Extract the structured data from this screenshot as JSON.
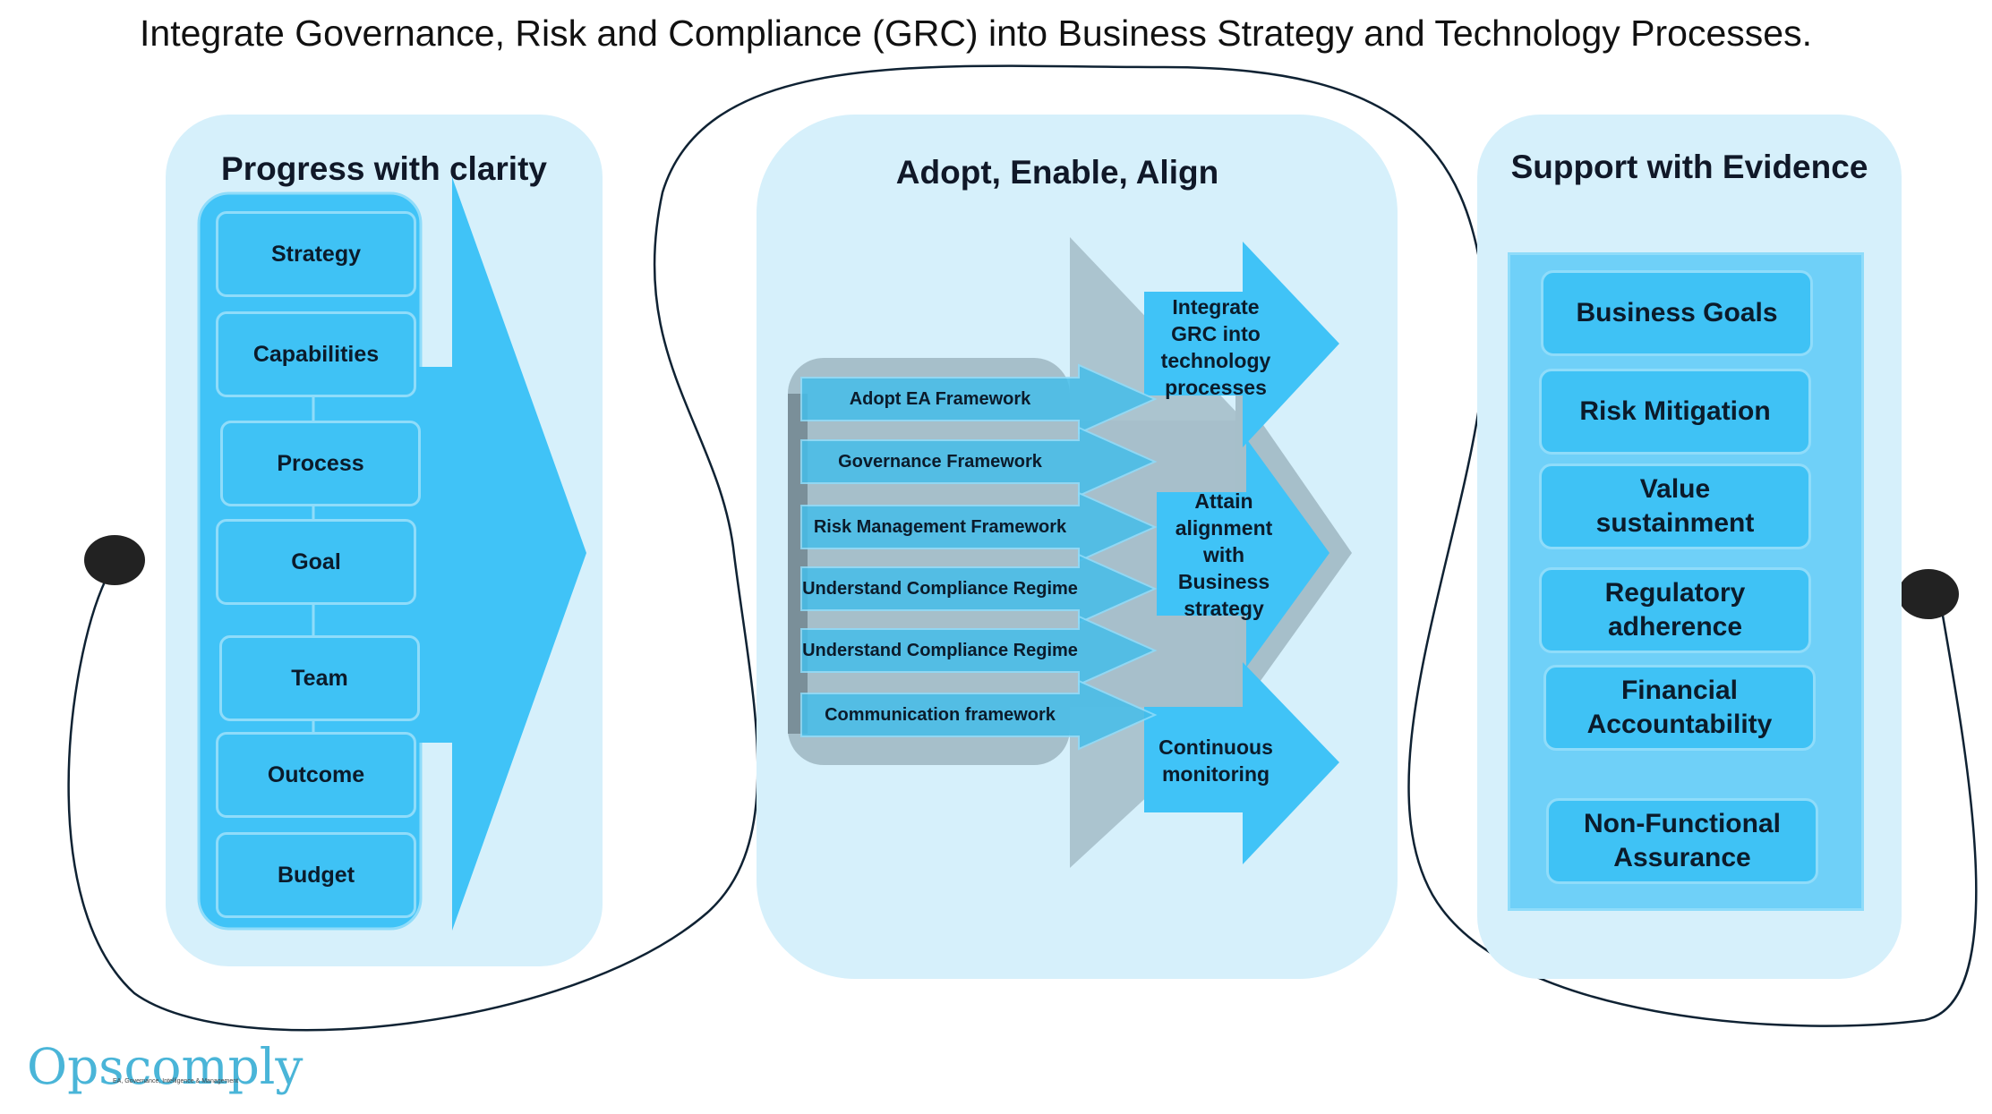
{
  "title": "Integrate Governance, Risk and Compliance (GRC) into Business Strategy and Technology Processes.",
  "left_panel": {
    "heading": "Progress with clarity",
    "items": [
      "Strategy",
      "Capabilities",
      "Process",
      "Goal",
      "Team",
      "Outcome",
      "Budget"
    ]
  },
  "middle_panel": {
    "heading": "Adopt, Enable, Align",
    "inputs": [
      "Adopt EA Framework",
      "Governance Framework",
      "Risk Management Framework",
      "Understand Compliance Regime",
      "Understand Compliance Regime",
      "Communication framework"
    ],
    "outputs": [
      {
        "label": "Integrate GRC into technology processes",
        "lines": [
          "Integrate",
          "GRC into",
          "technology",
          "processes"
        ]
      },
      {
        "label": "Attain alignment with Business strategy",
        "lines": [
          "Attain",
          "alignment",
          "with",
          "Business",
          "strategy"
        ]
      },
      {
        "label": "Continuous monitoring",
        "lines": [
          "Continuous",
          "monitoring"
        ]
      }
    ]
  },
  "right_panel": {
    "heading": "Support with Evidence",
    "items": [
      {
        "label": "Business Goals",
        "lines": [
          "Business Goals"
        ]
      },
      {
        "label": "Risk Mitigation",
        "lines": [
          "Risk Mitigation"
        ]
      },
      {
        "label": "Value sustainment",
        "lines": [
          "Value",
          "sustainment"
        ]
      },
      {
        "label": "Regulatory adherence",
        "lines": [
          "Regulatory",
          "adherence"
        ]
      },
      {
        "label": "Financial Accountability",
        "lines": [
          "Financial",
          "Accountability"
        ]
      },
      {
        "label": "Non-Functional Assurance",
        "lines": [
          "Non-Functional",
          "Assurance"
        ]
      }
    ]
  },
  "logo": {
    "name": "Opscomply",
    "tagline": "EA, Governance, Intelligence & Management"
  },
  "colors": {
    "panel_bg": "#d6f0fb",
    "box_fill": "#3fc2f5",
    "box_border": "#8fdcfa",
    "arrow_fill": "#40c3f7",
    "grey_shape": "#a6bfca",
    "connector": "#0f2233"
  }
}
